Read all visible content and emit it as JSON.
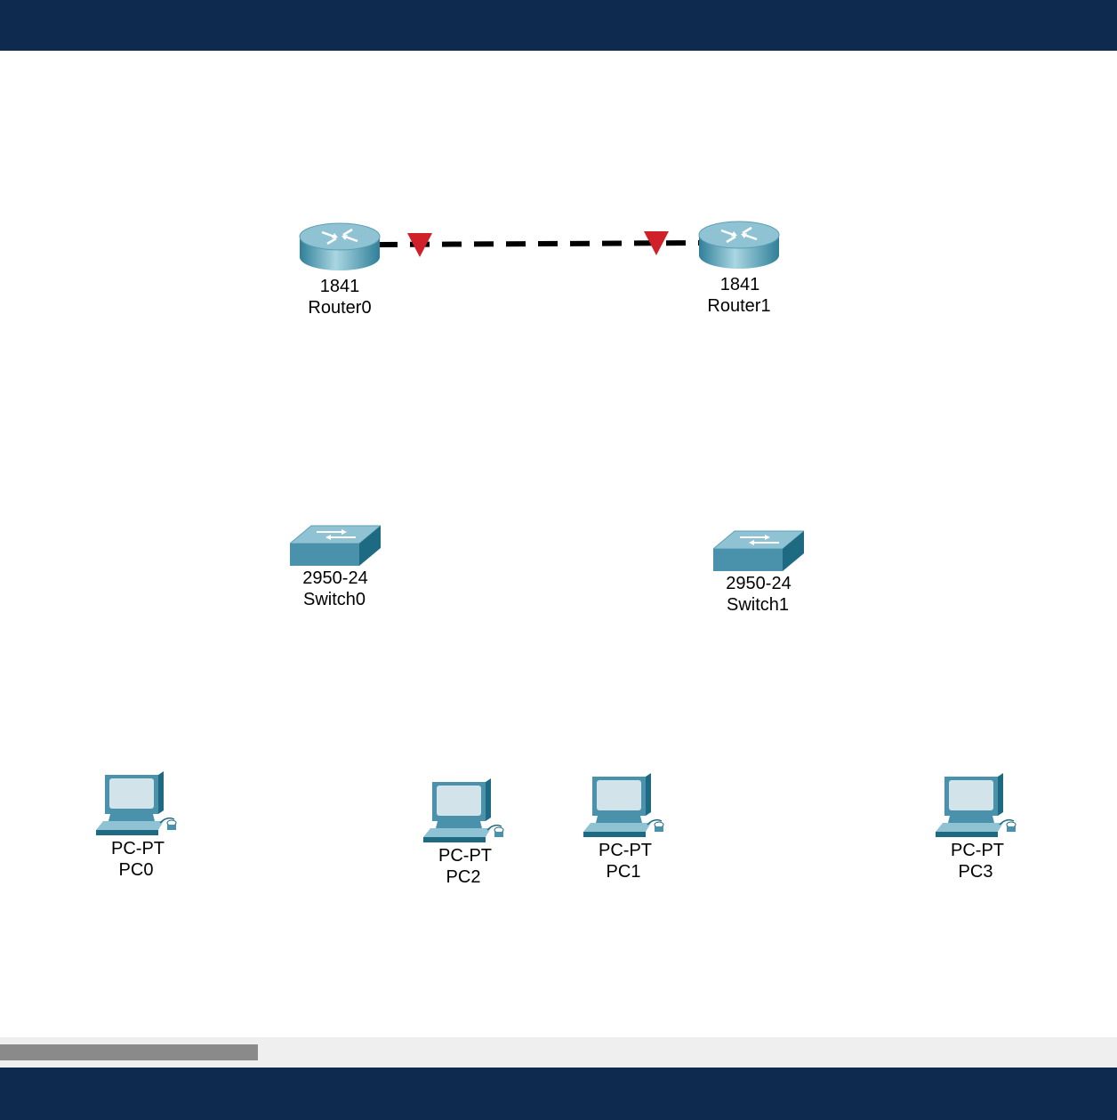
{
  "colors": {
    "bars": "#0f2a4f",
    "link": "#000000",
    "link_marker": "#d0202a",
    "device_teal": "#4a92ab",
    "device_dark": "#1f6a83",
    "screen": "#d3e3ea"
  },
  "devices": {
    "router0": {
      "model": "1841",
      "name": "Router0",
      "icon": "router-icon"
    },
    "router1": {
      "model": "1841",
      "name": "Router1",
      "icon": "router-icon"
    },
    "switch0": {
      "model": "2950-24",
      "name": "Switch0",
      "icon": "switch-icon"
    },
    "switch1": {
      "model": "2950-24",
      "name": "Switch1",
      "icon": "switch-icon"
    },
    "pc0": {
      "model": "PC-PT",
      "name": "PC0",
      "icon": "pc-icon"
    },
    "pc2": {
      "model": "PC-PT",
      "name": "PC2",
      "icon": "pc-icon"
    },
    "pc1": {
      "model": "PC-PT",
      "name": "PC1",
      "icon": "pc-icon"
    },
    "pc3": {
      "model": "PC-PT",
      "name": "PC3",
      "icon": "pc-icon"
    }
  },
  "links": [
    {
      "from": "Router0",
      "to": "Router1",
      "style": "dashed",
      "status": "down"
    }
  ]
}
